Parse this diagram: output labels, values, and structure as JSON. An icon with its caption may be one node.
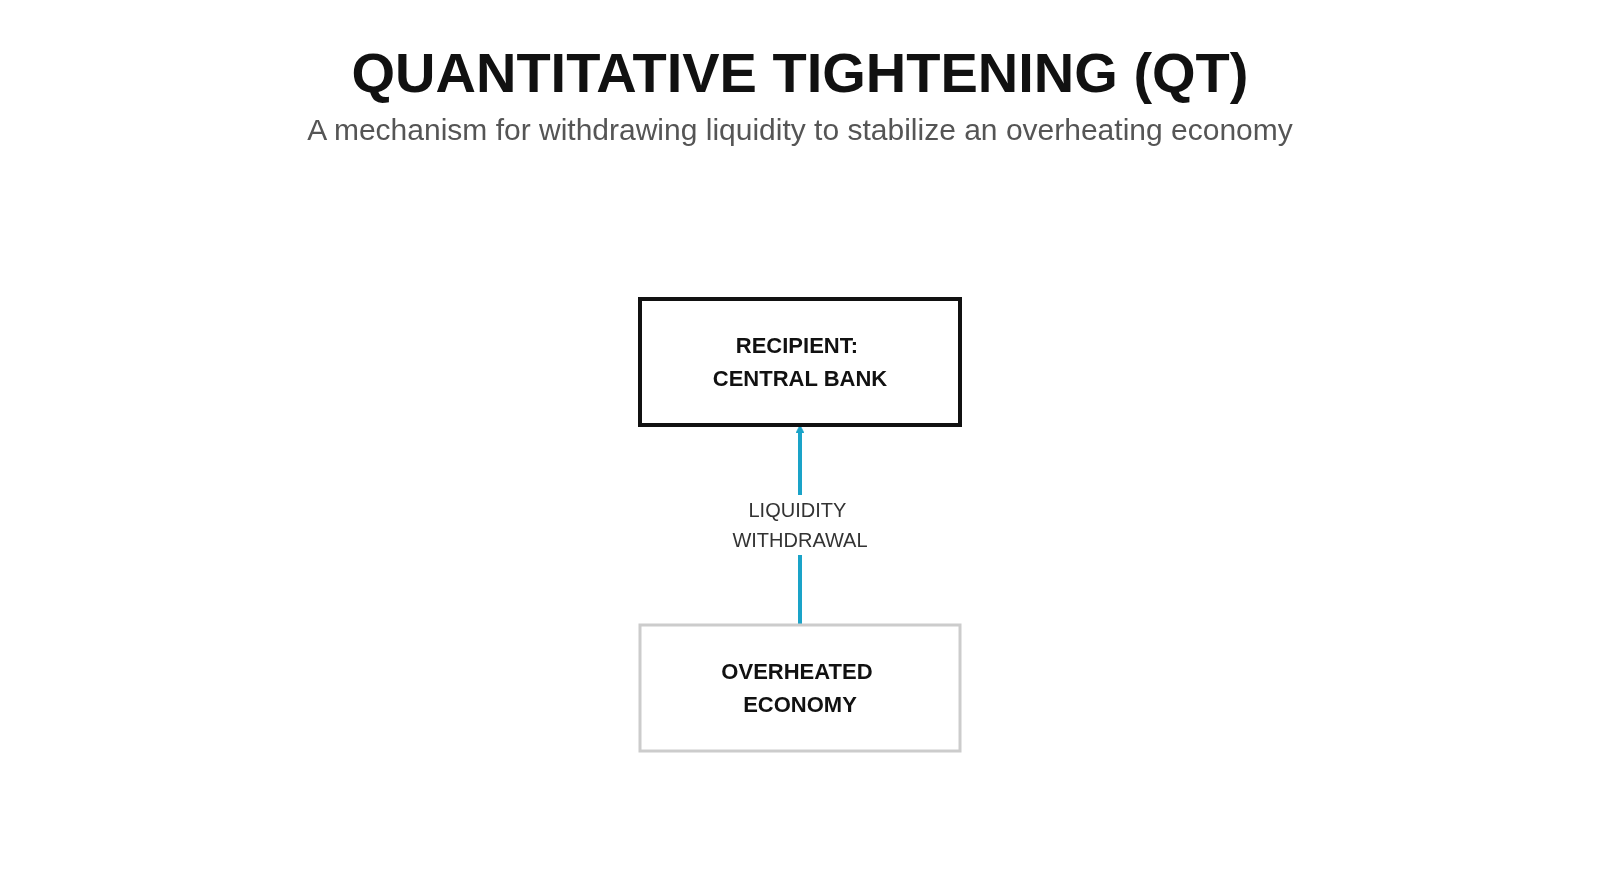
{
  "diagram": {
    "title": "QUANTITATIVE TIGHTENING (QT)",
    "nodes": [
      {
        "text": [
          "RECIPIENT: CENTRAL BANK"
        ]
      },
      {
        "text": [
          "OVERHEATED ECONOMY"
        ]
      }
    ],
    "edges": [
      {
        "from": 1,
        "to": 0,
        "arrow": "to",
        "label": "LIQUIDITY WITHDRAWAL",
        "color": "#1aa3c8"
      }
    ],
    "labels": [
      "A mechanism for withdrawing liquidity to stabilize an overheating economy"
    ]
  }
}
